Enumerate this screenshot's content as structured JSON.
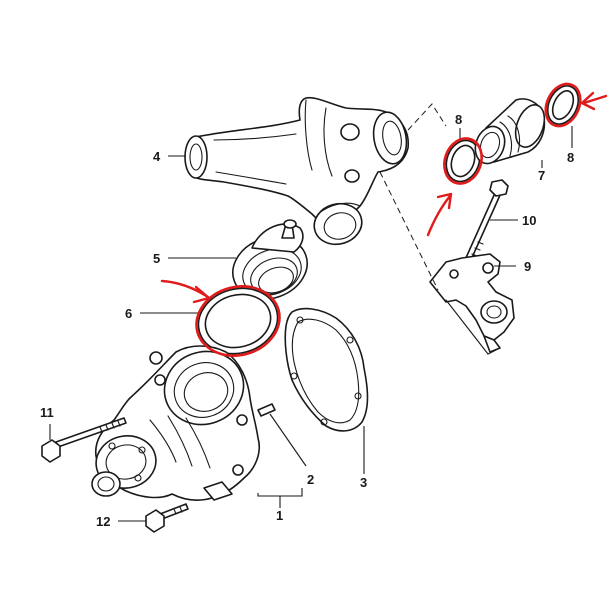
{
  "callouts": {
    "c1": "1",
    "c2": "2",
    "c3": "3",
    "c4": "4",
    "c5": "5",
    "c6": "6",
    "c7": "7",
    "c8a": "8",
    "c8b": "8",
    "c9": "9",
    "c10": "10",
    "c11": "11",
    "c12": "12"
  },
  "colors": {
    "line": "#1a1a1a",
    "highlight": "#e01b1b",
    "background": "#ffffff"
  }
}
